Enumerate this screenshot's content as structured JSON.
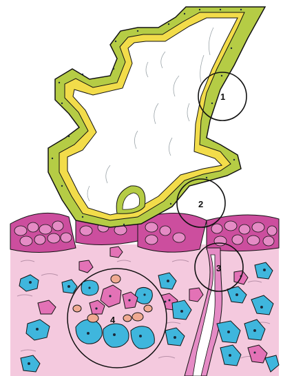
{
  "callouts": [
    {
      "label": "1"
    },
    {
      "label": "2"
    },
    {
      "label": "3"
    },
    {
      "label": "4"
    }
  ],
  "colors": {
    "background": "#ffffff",
    "stroma": "#ffffff",
    "stroma_lines": "#9aa3a8",
    "outer_cell_layer": "#b5cc45",
    "inner_cell_layer": "#f2dc4a",
    "basal_cell_mass": "#cc4e9e",
    "basal_cell_light": "#e58bc5",
    "tissue_background": "#f4c9de",
    "tissue_wave_lines": "#b890a8",
    "blue_cell": "#3fb6dd",
    "pink_cell": "#e372b6",
    "peach_cell": "#f0aa92",
    "nucleus": "#1b2a3a",
    "outline": "#111111"
  }
}
